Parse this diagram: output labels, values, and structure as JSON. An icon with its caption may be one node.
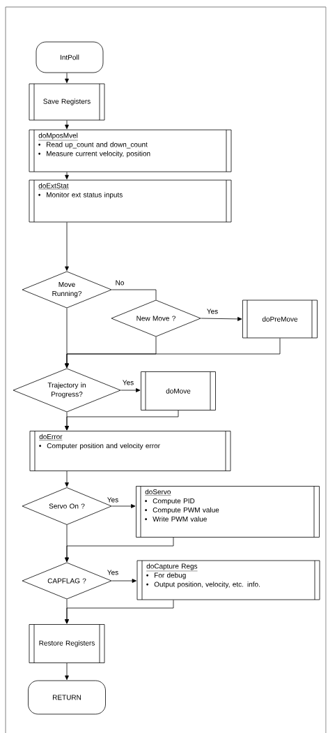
{
  "diagram": {
    "nodes": [
      {
        "text": [
          "IntPoll"
        ]
      },
      {
        "text": [
          "Save Registers"
        ]
      },
      {
        "text": [
          "doMposMvel",
          "Read up_count and down_count",
          "Measure current velocity, position"
        ]
      },
      {
        "text": [
          "doExtStat",
          "Monitor ext status inputs"
        ]
      },
      {
        "text": [
          "Move Running?"
        ]
      },
      {
        "text": [
          "New Move ?"
        ]
      },
      {
        "text": [
          "doPreMove"
        ]
      },
      {
        "text": [
          "Trajectory in Progress?"
        ]
      },
      {
        "text": [
          "doMove"
        ]
      },
      {
        "text": [
          "doError",
          "Computer position and velocity error"
        ]
      },
      {
        "text": [
          "Servo On ?"
        ]
      },
      {
        "text": [
          "doServo",
          "Compute PID",
          "Compute PWM value",
          "Write PWM value"
        ]
      },
      {
        "text": [
          "CAPFLAG ?"
        ]
      },
      {
        "text": [
          "doCapture Regs",
          "For debug",
          "Output position, velocity, etc. info."
        ]
      },
      {
        "text": [
          "Restore Registers"
        ]
      },
      {
        "text": [
          "RETURN"
        ]
      }
    ],
    "edges": [
      {
        "from": 0,
        "to": 1,
        "arrow": "to"
      },
      {
        "from": 1,
        "to": 2,
        "arrow": "to"
      },
      {
        "from": 2,
        "to": 3,
        "arrow": "to"
      },
      {
        "from": 3,
        "to": 4,
        "arrow": "to"
      },
      {
        "from": 4,
        "to": 5,
        "arrow": "none",
        "label": "No"
      },
      {
        "from": 5,
        "to": 6,
        "arrow": "to",
        "label": "Yes"
      },
      {
        "from": 4,
        "to": 7,
        "arrow": "to"
      },
      {
        "from": 5,
        "to": 7,
        "arrow": "to"
      },
      {
        "from": 6,
        "to": 7,
        "arrow": "to"
      },
      {
        "from": 7,
        "to": 8,
        "arrow": "to",
        "label": "Yes"
      },
      {
        "from": 8,
        "to": 9,
        "arrow": "to"
      },
      {
        "from": 7,
        "to": 9,
        "arrow": "to"
      },
      {
        "from": 9,
        "to": 10,
        "arrow": "to"
      },
      {
        "from": 10,
        "to": 11,
        "arrow": "to",
        "label": "Yes"
      },
      {
        "from": 11,
        "to": 12,
        "arrow": "to"
      },
      {
        "from": 10,
        "to": 12,
        "arrow": "to"
      },
      {
        "from": 12,
        "to": 13,
        "arrow": "to",
        "label": "Yes"
      },
      {
        "from": 13,
        "to": 14,
        "arrow": "to"
      },
      {
        "from": 12,
        "to": 14,
        "arrow": "to"
      },
      {
        "from": 14,
        "to": 15,
        "arrow": "to"
      }
    ]
  }
}
